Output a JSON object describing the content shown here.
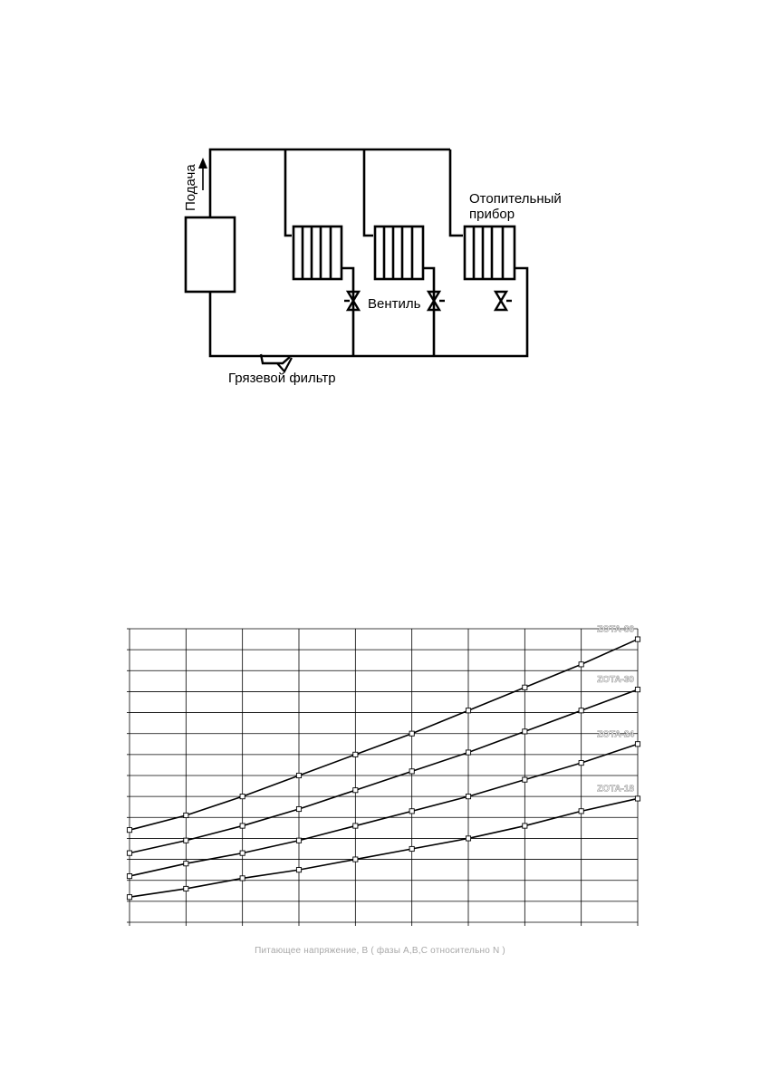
{
  "diagram": {
    "supply_label": "Подача",
    "heater_label_line1": "Отопительный",
    "heater_label_line2": "прибор",
    "valve_label": "Вентиль",
    "filter_label": "Грязевой фильтр"
  },
  "chart_data": {
    "type": "line",
    "title": "",
    "xlabel": "Питающее напряжение, В ( фазы А,В,С относительно N )",
    "ylabel": "",
    "x": [
      0,
      1,
      2,
      3,
      4,
      5,
      6,
      7,
      8,
      9
    ],
    "xlim": [
      0,
      9
    ],
    "ylim": [
      0,
      14
    ],
    "grid": true,
    "series": [
      {
        "name": "ZOTA-36",
        "values": [
          4.4,
          5.1,
          6.0,
          7.0,
          8.0,
          9.0,
          10.1,
          11.2,
          12.3,
          13.5
        ]
      },
      {
        "name": "ZOTA-30",
        "values": [
          3.3,
          3.9,
          4.6,
          5.4,
          6.3,
          7.2,
          8.1,
          9.1,
          10.1,
          11.1
        ]
      },
      {
        "name": "ZOTA-24",
        "values": [
          2.2,
          2.8,
          3.3,
          3.9,
          4.6,
          5.3,
          6.0,
          6.8,
          7.6,
          8.5
        ]
      },
      {
        "name": "ZOTA-18",
        "values": [
          1.2,
          1.6,
          2.1,
          2.5,
          3.0,
          3.5,
          4.0,
          4.6,
          5.3,
          5.9
        ]
      }
    ]
  }
}
